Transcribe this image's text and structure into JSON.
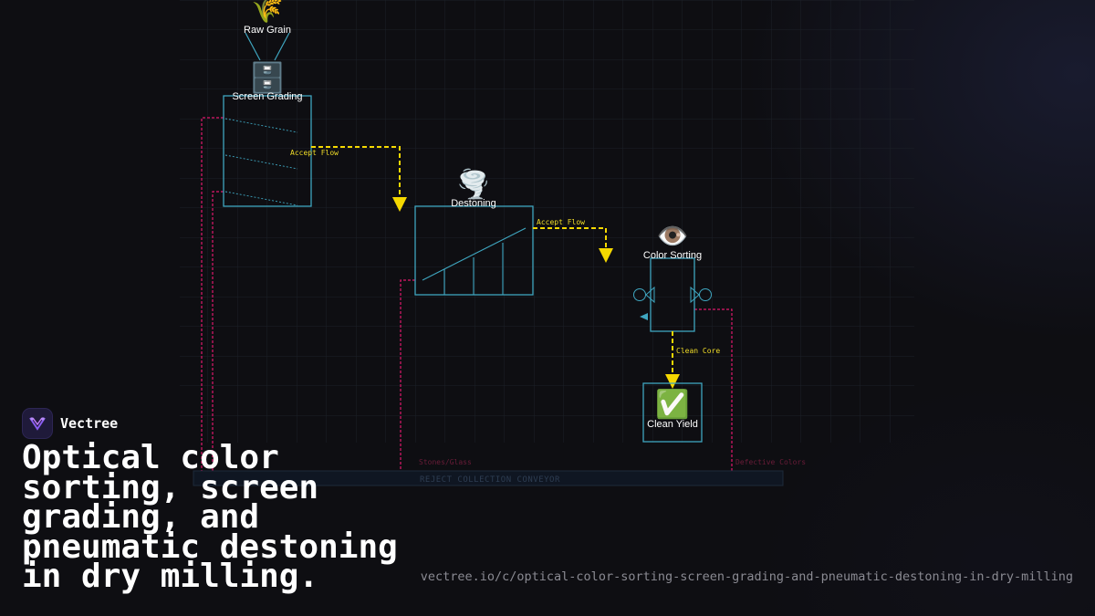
{
  "diagram": {
    "nodes": {
      "raw_grain": {
        "label": "Raw Grain",
        "icon": "wheat-icon",
        "glyph": "🌾"
      },
      "screen_grading": {
        "label": "Screen Grading",
        "icon": "file-cabinet-icon",
        "glyph": "🗄️"
      },
      "destoning": {
        "label": "Destoning",
        "icon": "tornado-icon",
        "glyph": "🌪️"
      },
      "color_sorting": {
        "label": "Color Sorting",
        "icon": "eye-icon",
        "glyph": "👁️"
      },
      "clean_yield": {
        "label": "Clean Yield",
        "icon": "check-mark-button-icon",
        "glyph": "✅"
      }
    },
    "flows": {
      "screen_to_destoning": "Accept Flow",
      "destoning_to_sorting": "Accept Flow",
      "sorting_to_yield": "Clean Core"
    },
    "rejects": {
      "stones": "Stones/Glass",
      "defective": "Defective Colors",
      "conveyor": "REJECT COLLECTION CONVEYOR"
    },
    "colors": {
      "equipment_stroke": "#3fa6c0",
      "accept_flow": "#f5d800",
      "reject_flow": "#e0186c",
      "background": "#0e0e12"
    }
  },
  "brand": {
    "name": "Vectree"
  },
  "headline": "Optical color sorting, screen grading, and pneumatic destoning in dry milling.",
  "url": "vectree.io/c/optical-color-sorting-screen-grading-and-pneumatic-destoning-in-dry-milling"
}
